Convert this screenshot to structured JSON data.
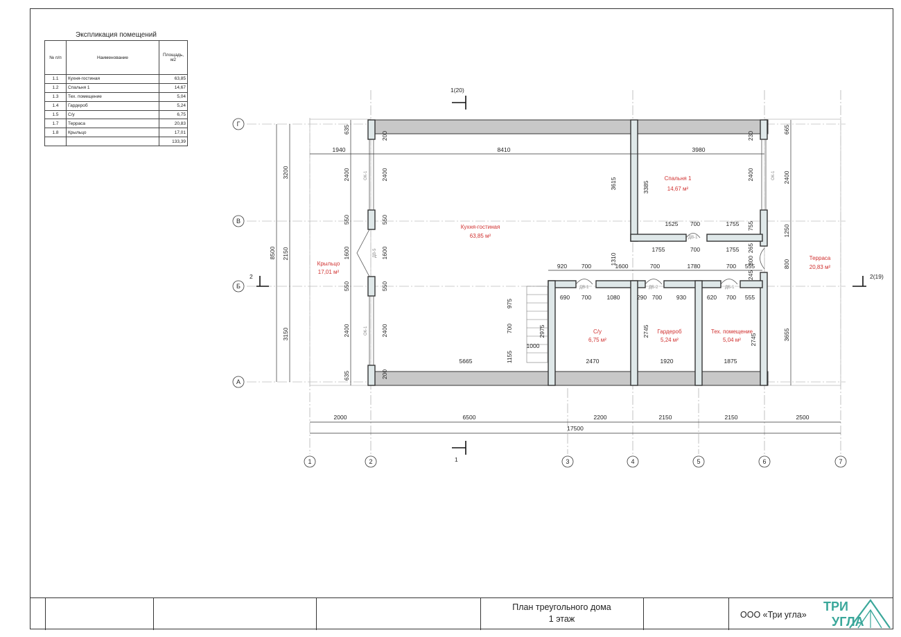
{
  "explication": {
    "title": "Экспликация помещений",
    "headers": {
      "num": "№ п/п",
      "name": "Наименование",
      "area": "Площадь, м2"
    },
    "rows": [
      {
        "num": "1.1",
        "name": "Кухня-гостиная",
        "area": "63,85"
      },
      {
        "num": "1.2",
        "name": "Спальня 1",
        "area": "14,67"
      },
      {
        "num": "1.3",
        "name": "Тех. помещение",
        "area": "5,04"
      },
      {
        "num": "1.4",
        "name": "Гардероб",
        "area": "5,24"
      },
      {
        "num": "1.5",
        "name": "С/у",
        "area": "6,75"
      },
      {
        "num": "1.7",
        "name": "Терраса",
        "area": "20,83"
      },
      {
        "num": "1.8",
        "name": "Крыльцо",
        "area": "17,01"
      }
    ],
    "total": "133,39"
  },
  "plan": {
    "rooms": [
      {
        "id": "kitchen",
        "name": "Кухня-гостиная",
        "area": "63,85 м²"
      },
      {
        "id": "bedroom",
        "name": "Спальня 1",
        "area": "14,67 м²"
      },
      {
        "id": "porch",
        "name": "Крыльцо",
        "area": "17,01 м²"
      },
      {
        "id": "terrace",
        "name": "Терраса",
        "area": "20,83 м²"
      },
      {
        "id": "wc",
        "name": "С/у",
        "area": "6,75 м²"
      },
      {
        "id": "wardrobe",
        "name": "Гардероб",
        "area": "5,24 м²"
      },
      {
        "id": "tech",
        "name": "Тех. помещение",
        "area": "5,04 м²"
      }
    ],
    "axes_letters": [
      "Г",
      "В",
      "Б",
      "А"
    ],
    "axes_numbers": [
      "1",
      "2",
      "3",
      "4",
      "5",
      "6",
      "7"
    ],
    "bottom_dims": [
      "2000",
      "6500",
      "2200",
      "2150",
      "2150",
      "2500"
    ],
    "overall_dim": "17500",
    "left_dims_outer": [
      "8500"
    ],
    "left_dims_mid": [
      "3200",
      "2150",
      "3150"
    ],
    "left_dims_inner": [
      "635",
      "2400",
      "550",
      "1600",
      "550",
      "2400",
      "635"
    ],
    "right_dims_inner": [
      "665",
      "2400",
      "1250",
      "800",
      "3655"
    ],
    "section_marks": {
      "top": "1(20)",
      "bottom": "1",
      "left": "2",
      "right": "2(19)"
    },
    "openings": {
      "window": "ОК-1",
      "door1": "ДВ-1",
      "door2": "ДВ-2",
      "door5": "ДВ-5"
    },
    "dims": {
      "d1940": "1940",
      "d8410": "8410",
      "d3980": "3980",
      "d200a": "200",
      "d230": "230",
      "d200b": "200",
      "d2400a": "2400",
      "d550": "550",
      "d1600": "1600",
      "d2400b": "2400",
      "d3615": "3615",
      "d3385": "3385",
      "d2400c": "2400",
      "d755": "755",
      "d1525": "1525",
      "d700a": "700",
      "d1755a": "1755",
      "d1755b": "1755",
      "d700b": "700",
      "d1755c": "1755",
      "d265": "265",
      "d800": "800",
      "d1310": "1310",
      "d920": "920",
      "d700c": "700",
      "d1600b": "1600",
      "d700d": "700",
      "d1780": "1780",
      "d700e": "700",
      "d555a": "555",
      "d245": "245",
      "d690": "690",
      "d700f": "700",
      "d1080": "1080",
      "d290": "290",
      "d700g": "700",
      "d930": "930",
      "d620": "620",
      "d700h": "700",
      "d555b": "555",
      "d975": "975",
      "d700i": "700",
      "d1155": "1155",
      "d1000": "1000",
      "d2975": "2975",
      "d2745a": "2745",
      "d2745b": "2745",
      "d5665": "5665",
      "d2470": "2470",
      "d1920": "1920",
      "d1875": "1875"
    }
  },
  "title_block": {
    "title_line1": "План треугольного дома",
    "title_line2": "1 этаж",
    "company": "ООО «Три угла»",
    "logo_top": "ТРИ",
    "logo_bottom": "УГЛА"
  },
  "colors": {
    "wall_fill": "#dfe8e9",
    "slab_fill": "#c8c8c8",
    "room_label": "#d0302f",
    "logo": "#3aa79a"
  }
}
